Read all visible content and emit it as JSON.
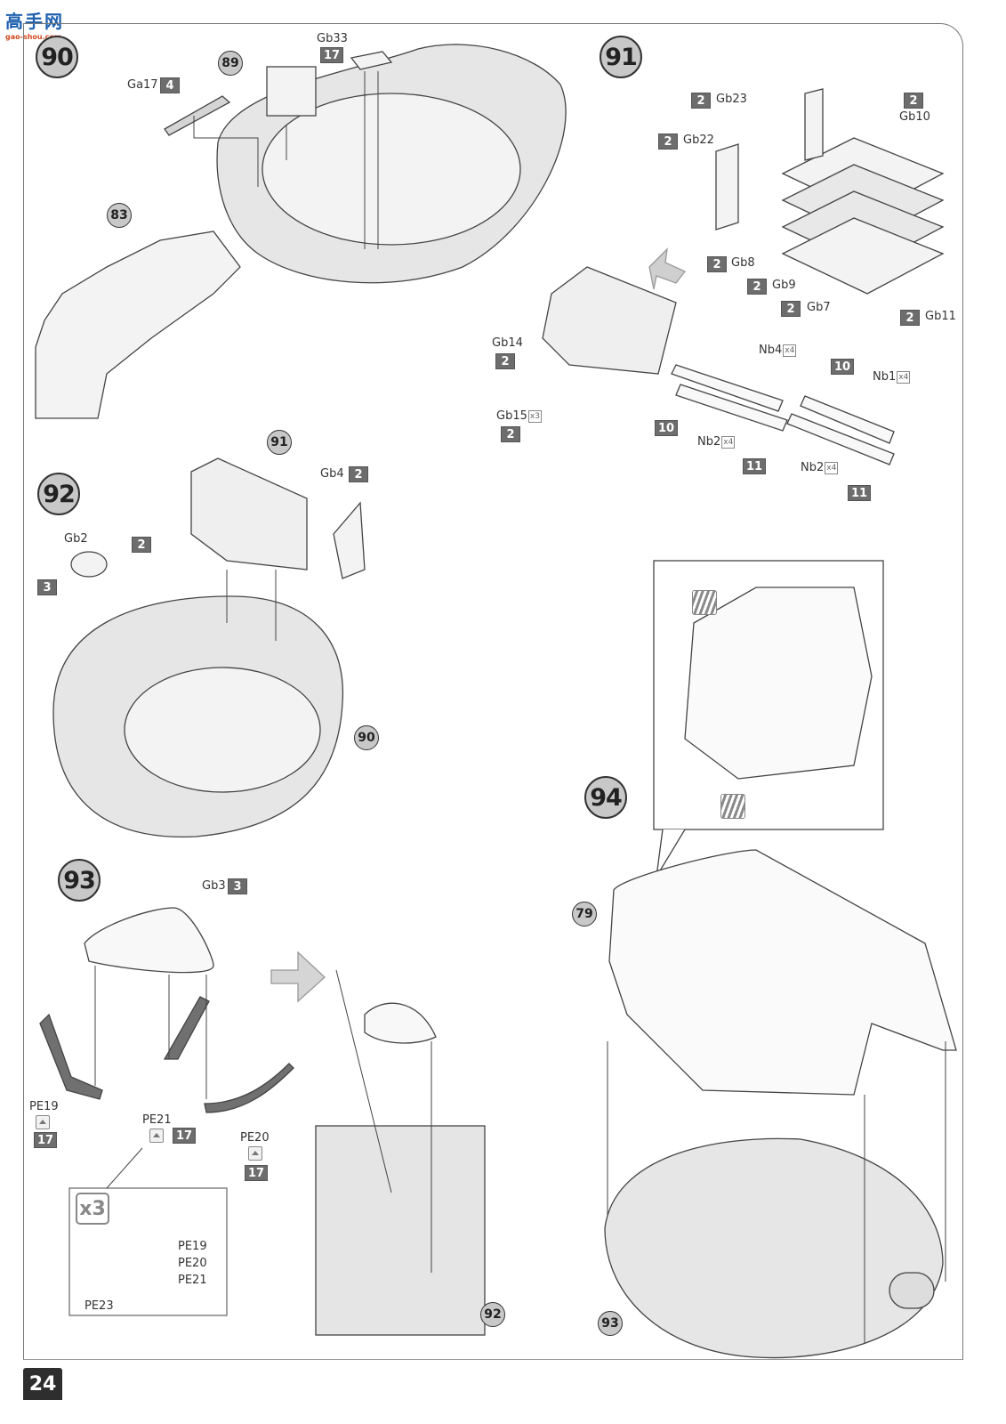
{
  "watermark": {
    "name": "高手网",
    "url": "gao-shou.com"
  },
  "page_number": "24",
  "steps": {
    "s90": {
      "number": "90",
      "refs": [
        {
          "id": "89"
        },
        {
          "id": "83"
        }
      ],
      "parts": [
        {
          "part": "Ga17",
          "sprue": "4"
        },
        {
          "part": "Gb33",
          "sprue": "17"
        }
      ]
    },
    "s91": {
      "number": "91",
      "parts": [
        {
          "part": "Gb23",
          "sprue": "2"
        },
        {
          "part": "Gb10",
          "sprue": "2"
        },
        {
          "part": "Gb22",
          "sprue": "2"
        },
        {
          "part": "Gb8",
          "sprue": "2"
        },
        {
          "part": "Gb9",
          "sprue": "2"
        },
        {
          "part": "Gb7",
          "sprue": "2"
        },
        {
          "part": "Gb11",
          "sprue": "2"
        },
        {
          "part": "Gb14",
          "sprue": "2"
        },
        {
          "part": "Gb15",
          "qty": "x3",
          "sprue": "2"
        },
        {
          "part": "Nb4",
          "qty": "x4"
        },
        {
          "part": "Nb1",
          "qty": "x4"
        },
        {
          "part": "Nb2",
          "qty": "x4"
        },
        {
          "part": "Nb2",
          "qty": "x4"
        }
      ],
      "sprue_tags": [
        "10",
        "10",
        "11",
        "11"
      ]
    },
    "s92": {
      "number": "92",
      "refs": [
        {
          "id": "91"
        },
        {
          "id": "90"
        }
      ],
      "parts": [
        {
          "part": "Gb4",
          "sprue": "2"
        },
        {
          "part": "Gb2",
          "sprue": "2"
        },
        {
          "part": "",
          "sprue": "3"
        }
      ]
    },
    "s93": {
      "number": "93",
      "refs": [
        {
          "id": "92"
        }
      ],
      "parts": [
        {
          "part": "Gb3",
          "sprue": "3"
        },
        {
          "part": "PE19",
          "sprue": "17",
          "icon": "photo-etch-icon"
        },
        {
          "part": "PE21",
          "sprue": "17",
          "icon": "photo-etch-icon"
        },
        {
          "part": "PE20",
          "sprue": "17",
          "icon": "photo-etch-icon"
        }
      ],
      "detail": {
        "multiplier": "x3",
        "parts": [
          "PE23",
          "PE19",
          "PE20",
          "PE21"
        ]
      }
    },
    "s94": {
      "number": "94",
      "refs": [
        {
          "id": "79"
        },
        {
          "id": "93"
        }
      ],
      "detail_icons": [
        "paint-icon",
        "paint-icon"
      ]
    }
  }
}
